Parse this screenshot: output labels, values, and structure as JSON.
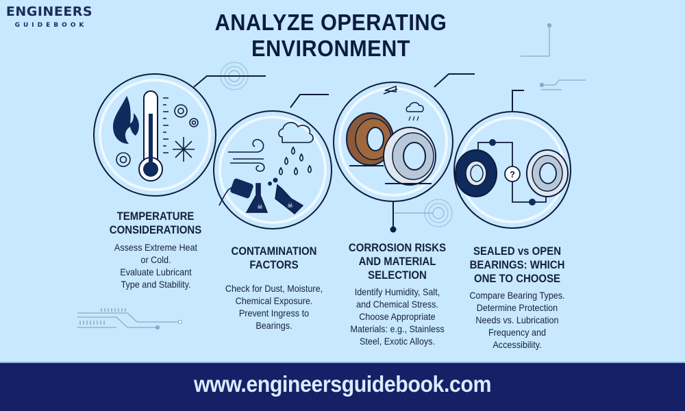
{
  "brand": {
    "logo_main": "ENGINEERS",
    "logo_sub": "GUIDEBOOK"
  },
  "page": {
    "title": "ANALYZE OPERATING ENVIRONMENT"
  },
  "cards": [
    {
      "title_line1": "TEMPERATURE",
      "title_line2": "CONSIDERATIONS",
      "text_lines": [
        "Assess Extreme Heat",
        "or Cold.",
        "Evaluate Lubricant",
        "Type and Stability."
      ],
      "icon": "thermometer-fire-snowflake-icon"
    },
    {
      "title_line1": "CONTAMINATION",
      "title_line2": "FACTORS",
      "text_lines": [
        "Check for Dust, Moisture,",
        "Chemical Exposure.",
        "Prevent Ingress to",
        "Bearings."
      ],
      "icon": "dust-rain-chemical-icon"
    },
    {
      "title_line1": "CORROSION RISKS",
      "title_line2": "AND MATERIAL",
      "title_line3": "SELECTION",
      "text_lines": [
        "Identify Humidity, Salt,",
        "and Chemical Stress.",
        "Choose Appropriate",
        "Materials: e.g., Stainless",
        "Steel, Exotic Alloys."
      ],
      "icon": "rusty-vs-steel-bearing-icon"
    },
    {
      "title_line1": "SEALED vs OPEN",
      "title_line2": "BEARINGS: WHICH",
      "title_line3": "ONE TO CHOOSE",
      "text_lines": [
        "Compare Bearing Types.",
        "Determine Protection",
        "Needs vs. Lubrication",
        "Frequency and",
        "Accessibility."
      ],
      "icon": "sealed-vs-open-bearing-icon",
      "question_mark": "?"
    }
  ],
  "colors": {
    "background": "#c7e8fe",
    "navy": "#0d1b3e",
    "footer": "#152067",
    "footer_text": "#d8ecfc",
    "circuit": "#8aa9c4"
  },
  "footer": {
    "url": "www.engineersguidebook.com"
  }
}
